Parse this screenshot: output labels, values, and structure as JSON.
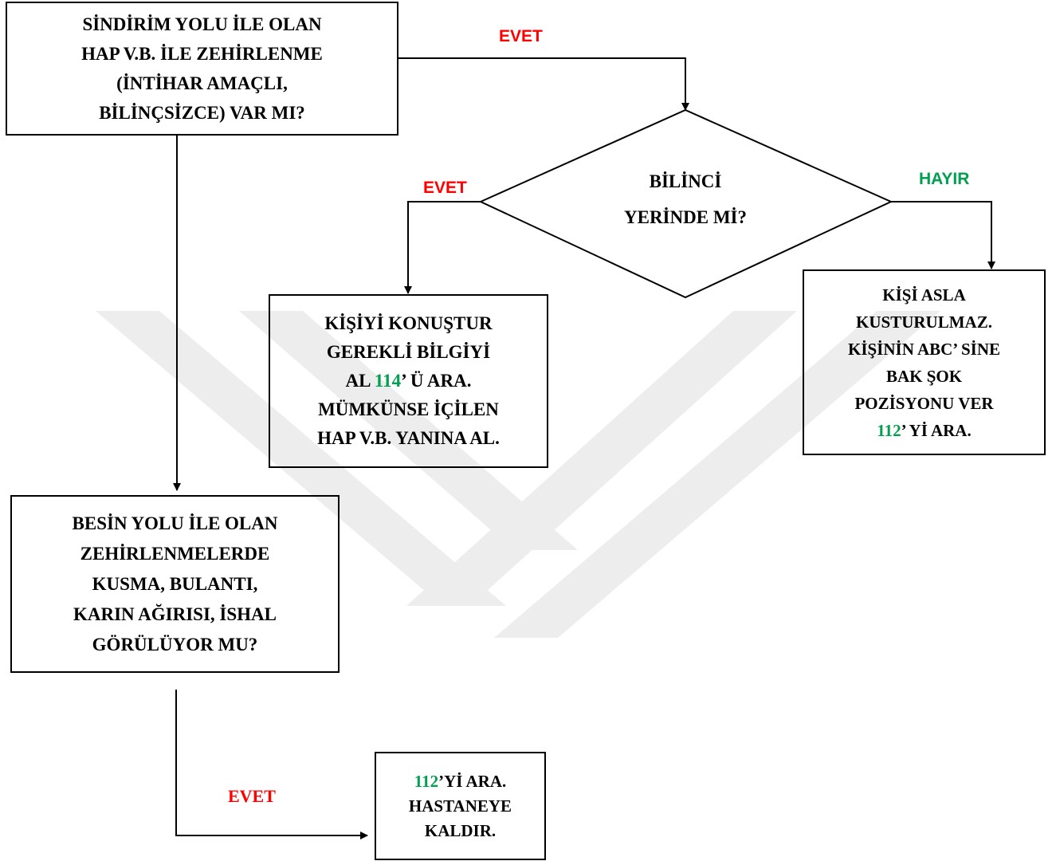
{
  "colors": {
    "yes": "#ff0000",
    "no": "#00a050",
    "number": "#00a050",
    "watermark": "#ededed",
    "line": "#000000"
  },
  "boxes": {
    "q_ingestion": {
      "lines": [
        "SİNDİRİM YOLU İLE OLAN",
        "HAP V.B. İLE ZEHİRLENME",
        "(İNTİHAR AMAÇLI,",
        "BİLİNÇSİZCE) VAR MI?"
      ]
    },
    "q_conscious": {
      "lines": [
        "BİLİNCİ",
        "YERİNDE Mİ?"
      ]
    },
    "a_talk": {
      "lines": [
        "KİŞİYİ KONUŞTUR",
        "GEREKLİ BİLGİYİ"
      ],
      "line3_prefix": "AL ",
      "line3_number": "114",
      "line3_suffix": "’ Ü ARA.",
      "lines_after": [
        "MÜMKÜNSE İÇİLEN",
        "HAP V.B. YANINA AL."
      ]
    },
    "a_unconscious": {
      "lines": [
        "KİŞİ ASLA",
        "KUSTURULMAZ.",
        "KİŞİNİN ABC’ SİNE",
        "BAK ŞOK",
        "POZİSYONU VER"
      ],
      "last_number": "112",
      "last_suffix": "’ Yİ ARA."
    },
    "q_food": {
      "lines": [
        "BESİN YOLU İLE OLAN",
        "ZEHİRLENMELERDE",
        "KUSMA, BULANTI,",
        "KARIN AĞIRISI, İSHAL",
        "GÖRÜLÜYOR MU?"
      ]
    },
    "a_hospital": {
      "first_number": "112",
      "first_suffix": "’Yİ ARA.",
      "lines": [
        "HASTANEYE",
        "KALDIR."
      ]
    }
  },
  "labels": {
    "evet_top": "EVET",
    "evet_left": "EVET",
    "hayir_right": "HAYIR",
    "evet_bottom": "EVET"
  }
}
